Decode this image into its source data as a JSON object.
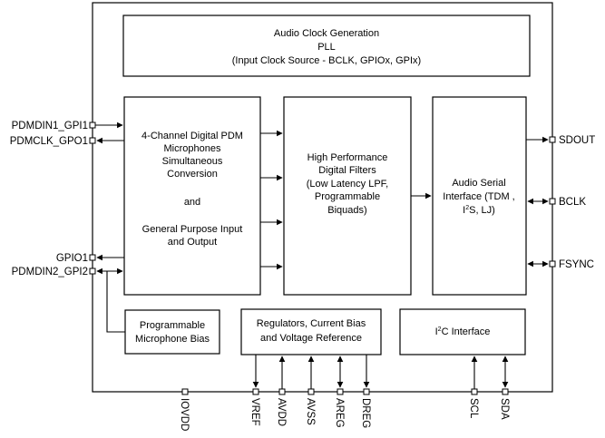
{
  "blocks": {
    "clock": {
      "lines": [
        "Audio Clock Generation",
        "PLL",
        "(Input Clock Source - BCLK, GPIOx, GPIx)"
      ]
    },
    "pdm": {
      "lines": [
        "4-Channel Digital PDM",
        "Microphones",
        "Simultaneous",
        "Conversion",
        "and",
        "General Purpose Input",
        "and Output"
      ]
    },
    "filters": {
      "lines": [
        "High Performance",
        "Digital Filters",
        "(Low Latency LPF,",
        "Programmable",
        "Biquads)"
      ]
    },
    "asi": {
      "lines": [
        "Audio Serial",
        "Interface (TDM ,",
        "I",
        "2",
        "S, LJ)"
      ]
    },
    "bias": {
      "lines": [
        "Programmable",
        "Microphone Bias"
      ]
    },
    "regulators": {
      "lines": [
        "Regulators, Current Bias",
        "and  Voltage Reference"
      ]
    },
    "i2c": {
      "prefix": "I",
      "sup": "2",
      "suffix": "C Interface"
    }
  },
  "pins": {
    "left": [
      "PDMDIN1_GPI1",
      "PDMCLK_GPO1",
      "GPIO1",
      "PDMDIN2_GPI2"
    ],
    "right": [
      "SDOUT",
      "BCLK",
      "FSYNC"
    ],
    "bottom": [
      "IOVDD",
      "VREF",
      "AVDD",
      "AVSS",
      "AREG",
      "DREG",
      "SCL",
      "SDA"
    ]
  }
}
